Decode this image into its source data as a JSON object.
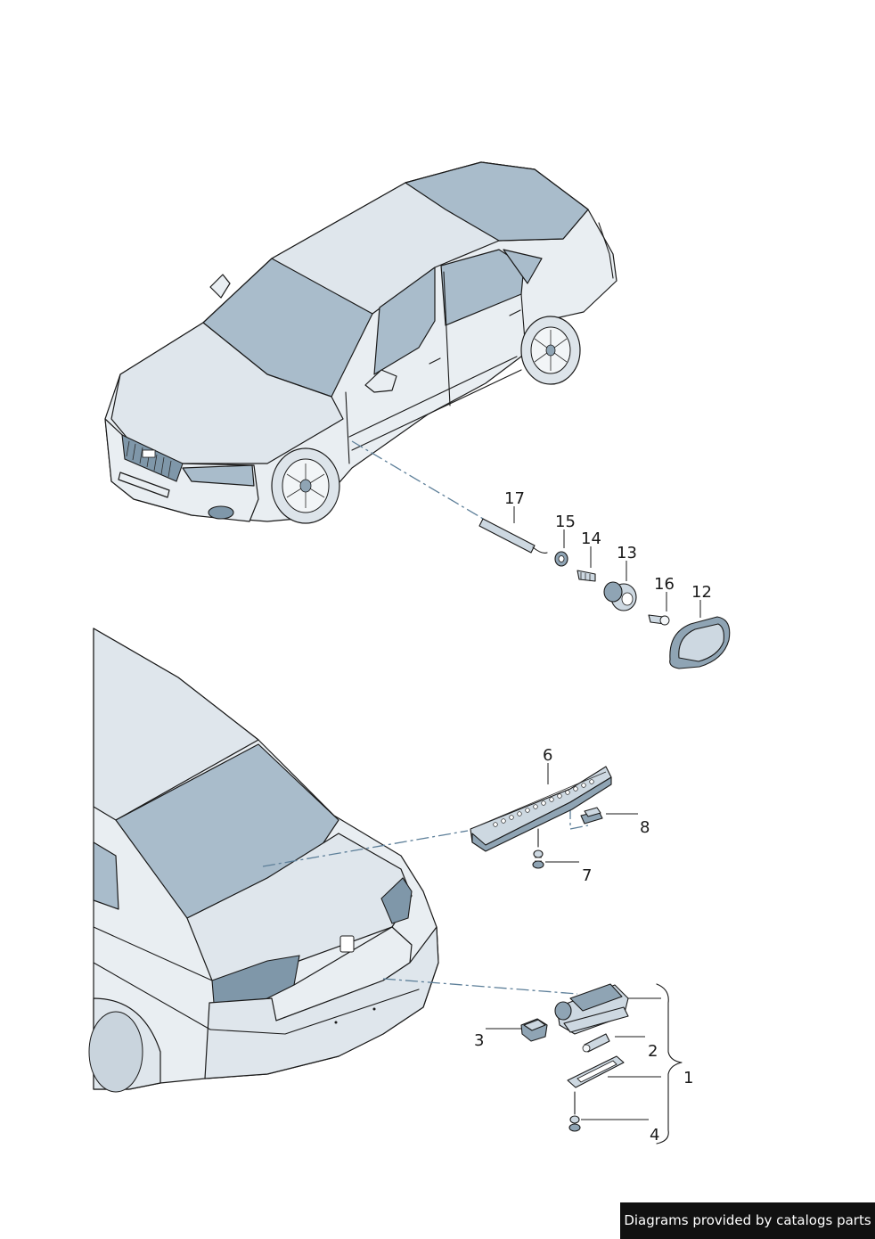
{
  "callouts": {
    "c1": "1",
    "c2": "2",
    "c3": "3",
    "c4": "4",
    "c6": "6",
    "c7": "7",
    "c8": "8",
    "c12": "12",
    "c13": "13",
    "c14": "14",
    "c15": "15",
    "c16": "16",
    "c17": "17"
  },
  "footer": {
    "text": "Diagrams provided by catalogs parts"
  }
}
